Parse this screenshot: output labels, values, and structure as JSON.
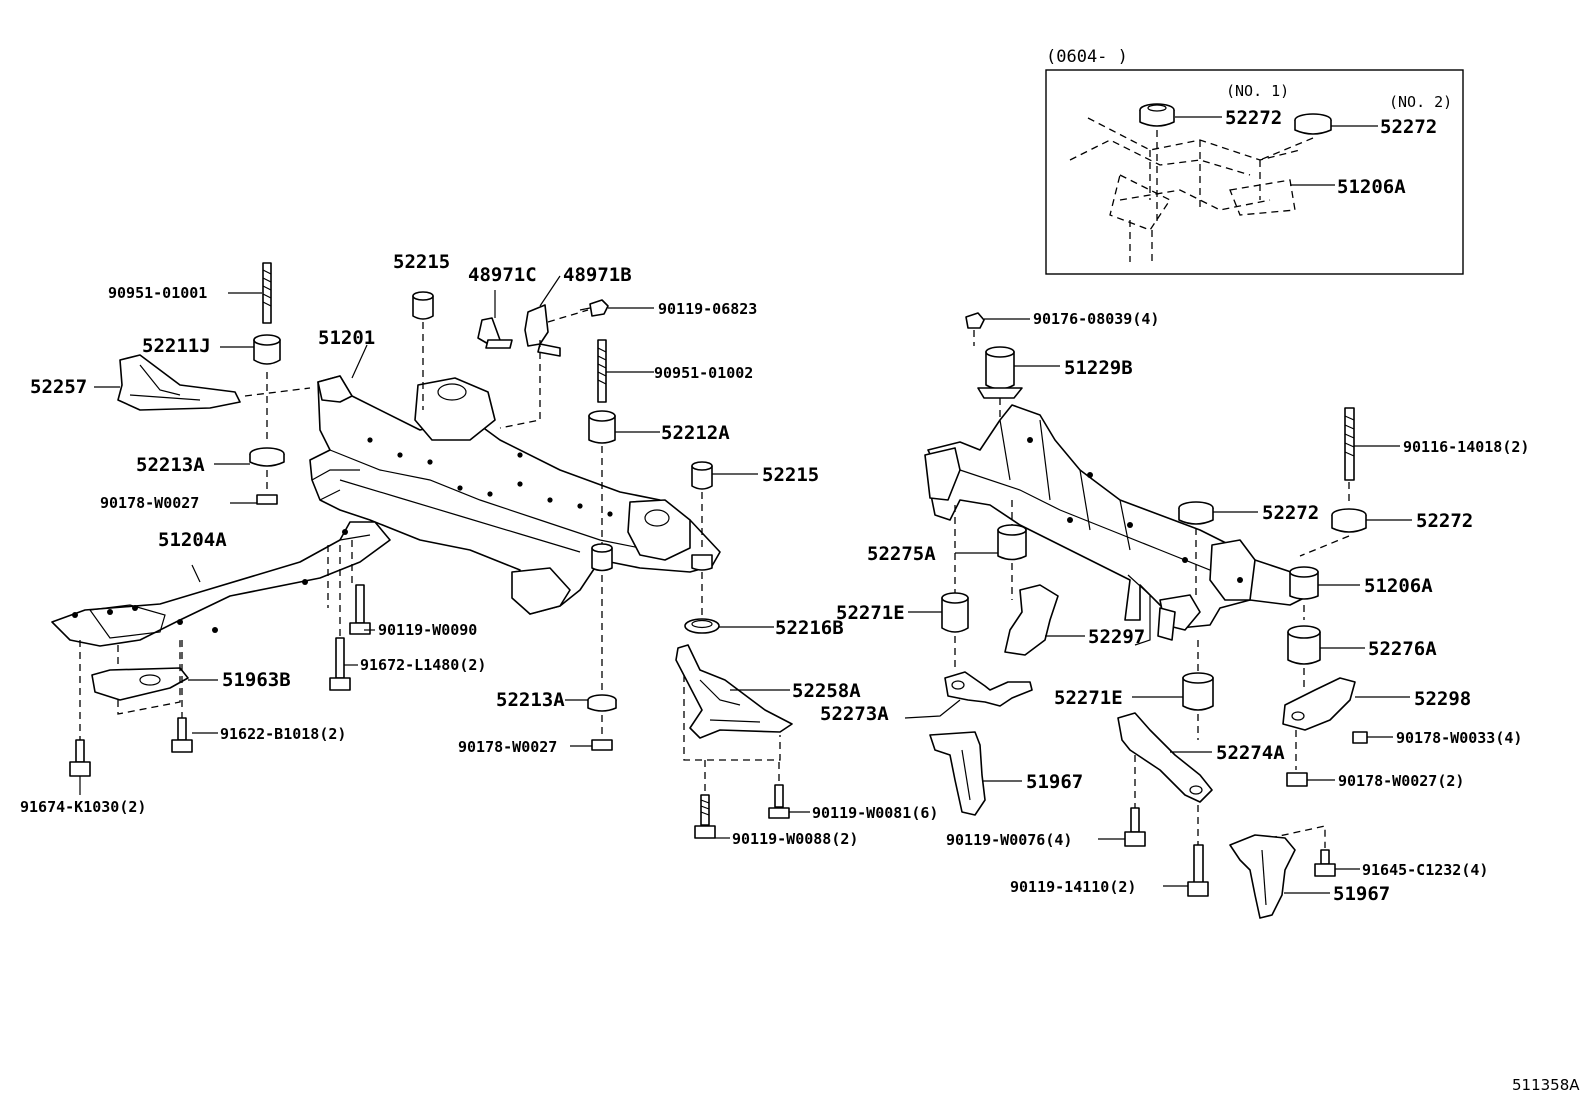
{
  "inset": {
    "range": "(0604-        )",
    "labels": [
      {
        "id": "inset-no1",
        "text": "(NO. 1)"
      },
      {
        "id": "inset-52272-a",
        "text": "52272"
      },
      {
        "id": "inset-no2",
        "text": "(NO. 2)"
      },
      {
        "id": "inset-52272-b",
        "text": "52272"
      },
      {
        "id": "inset-51206a",
        "text": "51206A"
      }
    ]
  },
  "labels": {
    "p90951_01001": "90951-01001",
    "p52211j": "52211J",
    "p52257": "52257",
    "p52215_top": "52215",
    "p48971c": "48971C",
    "p48971b": "48971B",
    "p90119_06823": "90119-06823",
    "p51201": "51201",
    "p90951_01002": "90951-01002",
    "p52212a": "52212A",
    "p52213a_left": "52213A",
    "p90178_w0027_left": "90178-W0027",
    "p52215_mid": "52215",
    "p51204a": "51204A",
    "p90119_w0090": "90119-W0090",
    "p52216b": "52216B",
    "p91672_l1480": "91672-L1480(2)",
    "p51963b": "51963B",
    "p52258a": "52258A",
    "p52213a_mid": "52213A",
    "p52273a": "52273A",
    "p90178_w0027_mid": "90178-W0027",
    "p91622_b1018": "91622-B1018(2)",
    "p91674_k1030": "91674-K1030(2)",
    "p90119_w0081": "90119-W0081(6)",
    "p90119_w0088": "90119-W0088(2)",
    "p90176_08039": "90176-08039(4)",
    "p51229b": "51229B",
    "p90116_14018": "90116-14018(2)",
    "p52272_a": "52272",
    "p52272_b": "52272",
    "p52275a": "52275A",
    "p51206a": "51206A",
    "p52271e_a": "52271E",
    "p52297": "52297",
    "p52276a": "52276A",
    "p52271e_b": "52271E",
    "p52298": "52298",
    "p52274a": "52274A",
    "p90178_w0033": "90178-W0033(4)",
    "p51967_a": "51967",
    "p90178_w0027_right": "90178-W0027(2)",
    "p90119_w0076": "90119-W0076(4)",
    "p91645_c1232": "91645-C1232(4)",
    "p90119_14110": "90119-14110(2)",
    "p51967_b": "51967"
  },
  "figure_id": "511358A"
}
